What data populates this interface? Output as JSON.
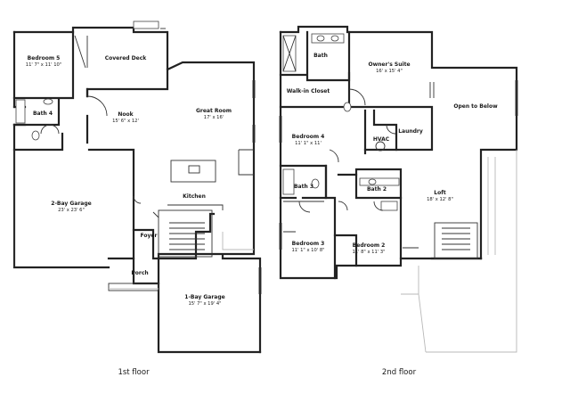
{
  "floors": [
    {
      "label": "1st floor",
      "rooms": [
        {
          "id": "bedroom-5",
          "name": "Bedroom 5",
          "dim": "11' 7\" x 11' 10\""
        },
        {
          "id": "covered-deck",
          "name": "Covered Deck",
          "dim": ""
        },
        {
          "id": "bath-4",
          "name": "Bath 4",
          "dim": ""
        },
        {
          "id": "nook",
          "name": "Nook",
          "dim": "15' 6\" x 12'"
        },
        {
          "id": "great-room",
          "name": "Great Room",
          "dim": "17' x 16'"
        },
        {
          "id": "kitchen",
          "name": "Kitchen",
          "dim": ""
        },
        {
          "id": "two-bay-garage",
          "name": "2-Bay Garage",
          "dim": "23' x 23' 6\""
        },
        {
          "id": "foyer",
          "name": "Foyer",
          "dim": ""
        },
        {
          "id": "porch",
          "name": "Porch",
          "dim": ""
        },
        {
          "id": "one-bay-garage",
          "name": "1-Bay Garage",
          "dim": "15' 7\" x 19' 4\""
        }
      ]
    },
    {
      "label": "2nd floor",
      "rooms": [
        {
          "id": "bath",
          "name": "Bath",
          "dim": ""
        },
        {
          "id": "owners-suite",
          "name": "Owner's Suite",
          "dim": "16' x 15' 4\""
        },
        {
          "id": "walk-in-closet",
          "name": "Walk-in Closet",
          "dim": ""
        },
        {
          "id": "open-to-below",
          "name": "Open to Below",
          "dim": ""
        },
        {
          "id": "bedroom-4",
          "name": "Bedroom 4",
          "dim": "11' 1\" x 11'"
        },
        {
          "id": "hvac",
          "name": "HVAC",
          "dim": ""
        },
        {
          "id": "laundry",
          "name": "Laundry",
          "dim": ""
        },
        {
          "id": "bath-3",
          "name": "Bath 3",
          "dim": ""
        },
        {
          "id": "bath-2",
          "name": "Bath 2",
          "dim": ""
        },
        {
          "id": "loft",
          "name": "Loft",
          "dim": "18' x 12' 8\""
        },
        {
          "id": "bedroom-3",
          "name": "Bedroom 3",
          "dim": "11' 1\" x 10' 8\""
        },
        {
          "id": "bedroom-2",
          "name": "Bedroom 2",
          "dim": "11' 8\" x 11' 3\""
        }
      ]
    }
  ]
}
